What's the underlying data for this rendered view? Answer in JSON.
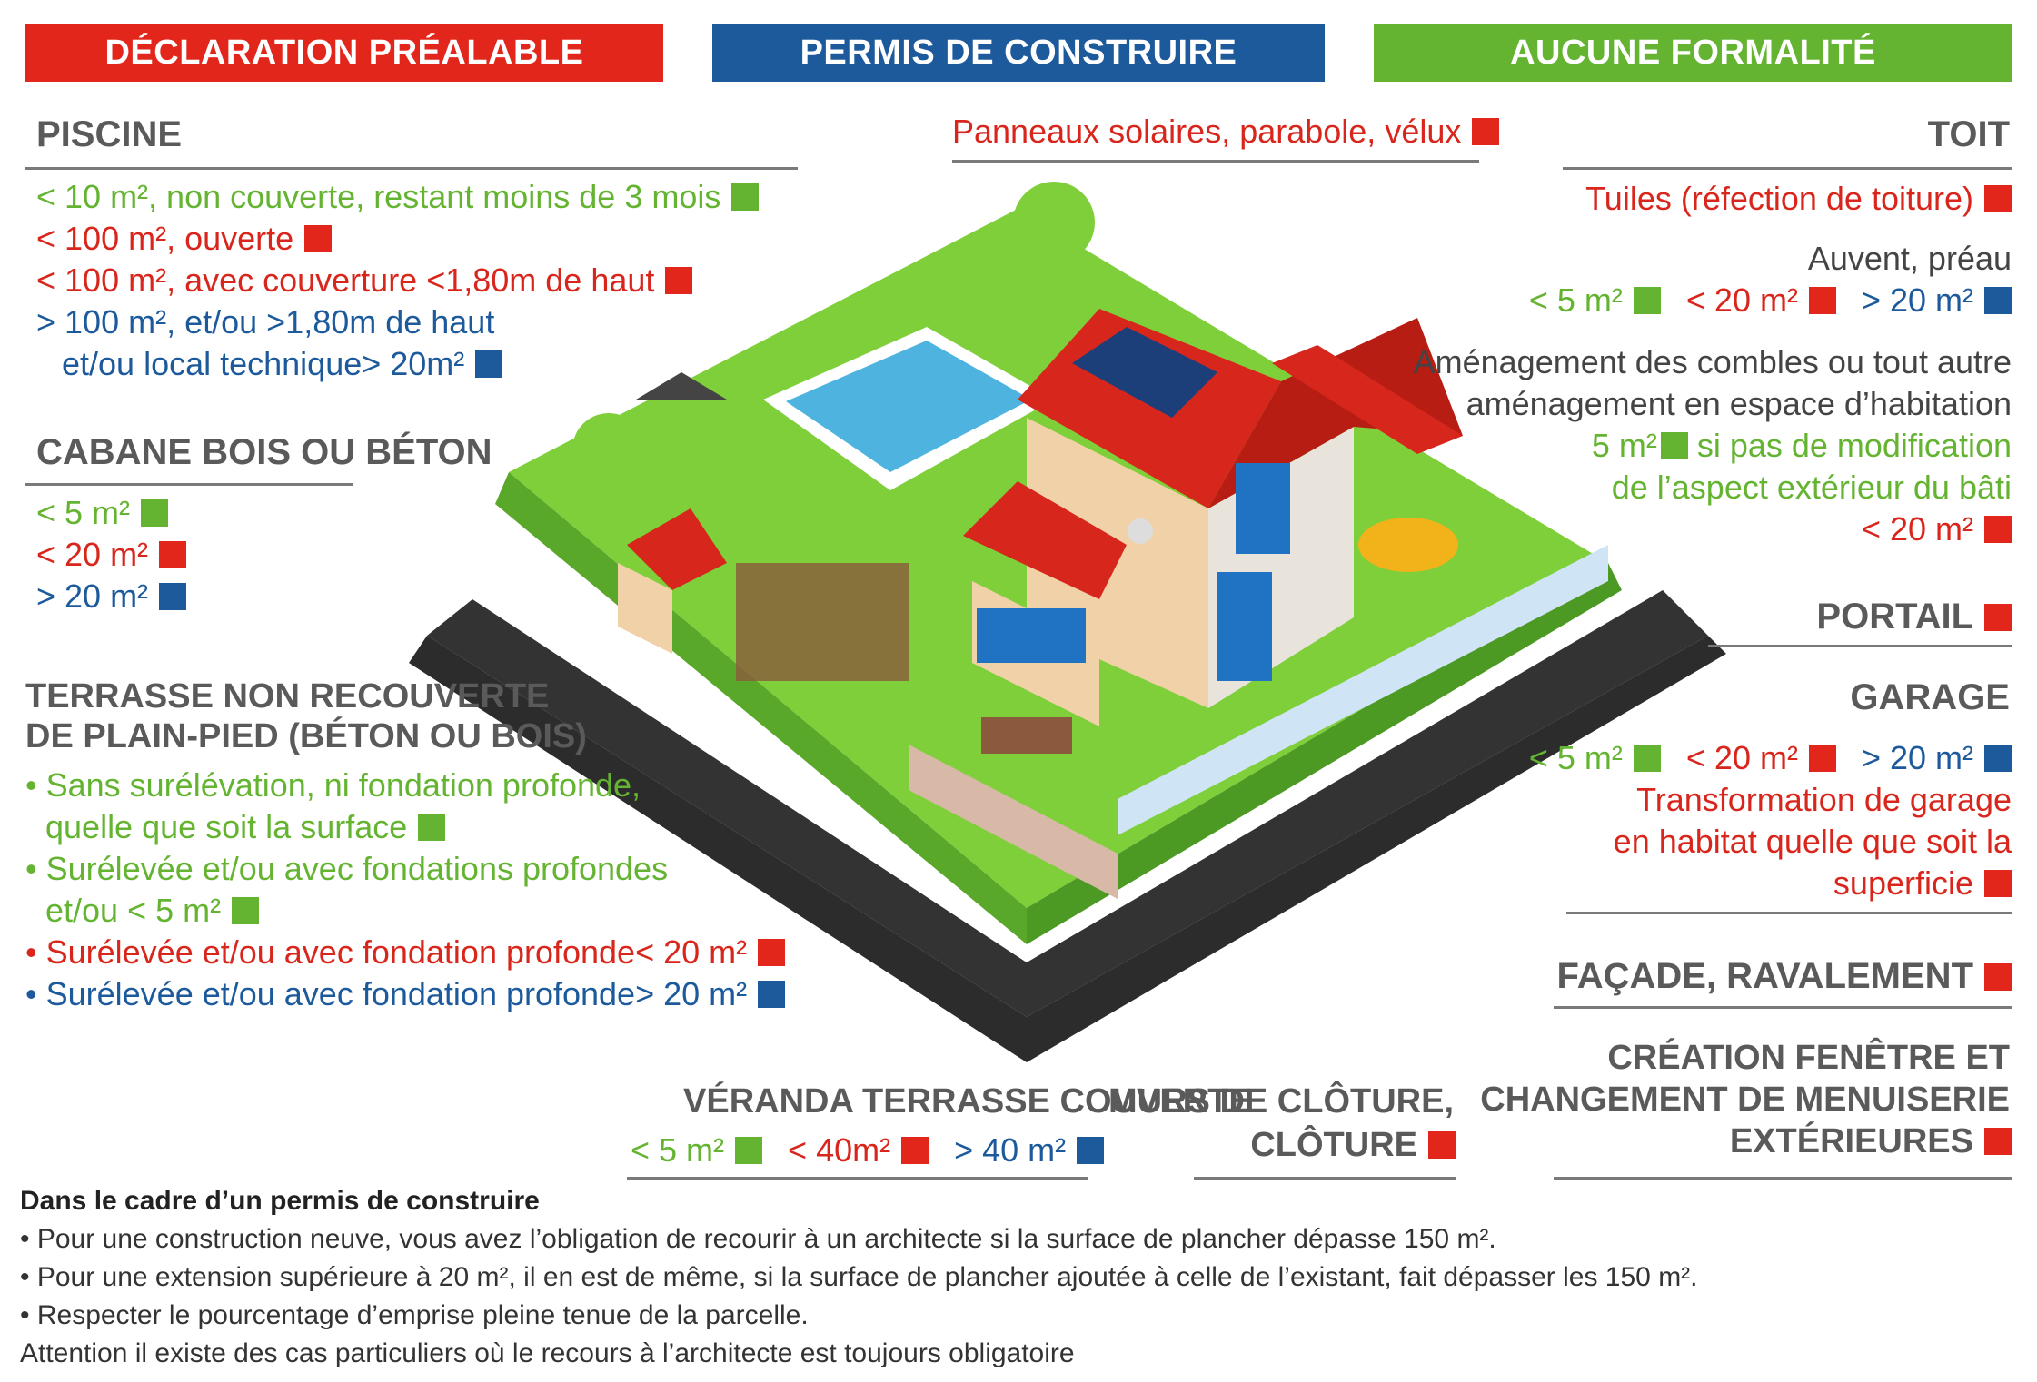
{
  "headers": {
    "declaration": "DÉCLARATION PRÉALABLE",
    "permis": "PERMIS DE CONSTRUIRE",
    "aucune": "AUCUNE FORMALITÉ"
  },
  "colors": {
    "red": "#e3261b",
    "blue": "#1c5a9c",
    "green": "#64b432",
    "label_gray": "#5a5a5a"
  },
  "piscine": {
    "title": "PISCINE",
    "l1": "< 10 m², non couverte, restant moins de 3 mois",
    "l2": "< 100 m², ouverte",
    "l3": "< 100 m², avec couverture <1,80m de haut",
    "l4": "> 100 m², et/ou >1,80m de haut",
    "l5": "et/ou local technique> 20m²"
  },
  "cabane": {
    "title": "CABANE BOIS OU BÉTON",
    "l1": "< 5 m²",
    "l2": "< 20 m²",
    "l3": "> 20 m²"
  },
  "terrasse": {
    "title1": "TERRASSE NON RECOUVERTE",
    "title2": "DE PLAIN-PIED (BÉTON OU BOIS)",
    "l1": "• Sans surélévation, ni fondation profonde,",
    "l2": "quelle que soit la surface",
    "l3": "• Surélevée et/ou avec fondations profondes",
    "l4": "et/ou < 5 m²",
    "l5": "• Surélevée et/ou avec fondation profonde< 20 m²",
    "l6": "• Surélevée et/ou avec fondation profonde> 20 m²"
  },
  "panneaux": {
    "text": "Panneaux solaires, parabole, vélux"
  },
  "toit": {
    "title": "TOIT",
    "l1": "Tuiles (réfection de toiture)"
  },
  "auvent": {
    "title": "Auvent, préau",
    "a": "< 5 m²",
    "b": "< 20 m²",
    "c": "> 20 m²"
  },
  "combles": {
    "l1": "Aménagement des combles ou tout autre",
    "l2": "aménagement en espace d’habitation",
    "l3a": "5 m²",
    "l3b": "si pas de modification",
    "l4": "de l’aspect extérieur du bâti",
    "l5": "< 20 m²"
  },
  "portail": {
    "title": "PORTAIL"
  },
  "garage": {
    "title": "GARAGE",
    "a": "< 5 m²",
    "b": "< 20 m²",
    "c": "> 20 m²",
    "t1": "Transformation de garage",
    "t2": "en habitat quelle que soit la",
    "t3": "superficie"
  },
  "facade": {
    "title": "FAÇADE, RAVALEMENT"
  },
  "fenetre": {
    "l1": "CRÉATION FENÊTRE ET",
    "l2": "CHANGEMENT DE MENUISERIE",
    "l3": "EXTÉRIEURES"
  },
  "veranda": {
    "title": "VÉRANDA TERRASSE COUVERTE",
    "a": "< 5 m²",
    "b": "< 40m²",
    "c": "> 40 m²"
  },
  "murs": {
    "l1": "MURS DE CLÔTURE,",
    "l2": "CLÔTURE"
  },
  "footer": {
    "title": "Dans le cadre d’un permis de construire",
    "l1": "• Pour une construction neuve, vous avez l’obligation de recourir à un architecte si la surface de plancher dépasse 150 m².",
    "l2": "• Pour une extension supérieure à 20 m², il en est de même, si la surface de plancher ajoutée à celle de l’existant, fait dépasser les 150 m².",
    "l3": "• Respecter le pourcentage d’emprise pleine tenue de la parcelle.",
    "l4": "Attention il existe des cas particuliers où le recours à l’architecte est toujours obligatoire"
  }
}
